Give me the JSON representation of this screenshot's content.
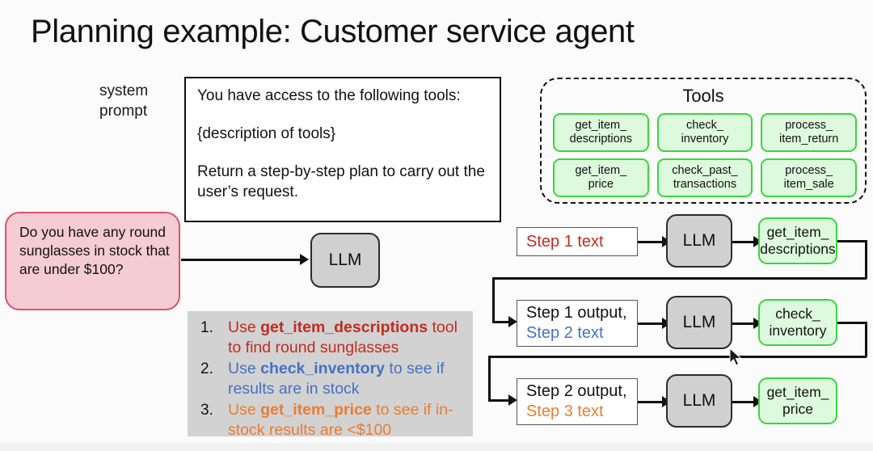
{
  "title": "Planning example: Customer service agent",
  "system_prompt": {
    "label_line1": "system",
    "label_line2": "prompt",
    "paragraphs": [
      "You have access to the following tools:",
      "{description of tools}",
      "Return a step-by-step plan to carry out the user’s request."
    ]
  },
  "tools_panel": {
    "title": "Tools",
    "tools": [
      "get_item_\ndescriptions",
      "check_\ninventory",
      "process_\nitem_return",
      "get_item_\nprice",
      "check_past_\ntransactions",
      "process_\nitem_sale"
    ]
  },
  "user_query": {
    "text": "Do you have any round sunglasses in stock that are under $100?"
  },
  "llm_label": "LLM",
  "plan": {
    "items": [
      {
        "number": "1.",
        "color": "#c42b20",
        "lead": "Use ",
        "tool": "get_item_descriptions",
        "tail": " tool to find round sunglasses"
      },
      {
        "number": "2.",
        "color": "#4472c4",
        "lead": "Use ",
        "tool": "check_inventory",
        "tail": " to see if results are in stock"
      },
      {
        "number": "3.",
        "color": "#ea7c34",
        "lead": "Use ",
        "tool": "get_item_price",
        "tail": " to see if in-stock results are <$100"
      }
    ]
  },
  "steps": [
    {
      "line1": "Step 1 text",
      "line1_color": "#c42b20",
      "line2": "",
      "line2_color": "",
      "llm": "LLM",
      "tool": "get_item_\ndescriptions"
    },
    {
      "line1": "Step 1 output,",
      "line1_color": "#111111",
      "line2": "Step 2 text",
      "line2_color": "#4472c4",
      "llm": "LLM",
      "tool": "check_\ninventory"
    },
    {
      "line1": "Step 2 output,",
      "line1_color": "#111111",
      "line2": "Step 3 text",
      "line2_color": "#ea7c34",
      "llm": "LLM",
      "tool": "get_item_\nprice"
    }
  ],
  "colors": {
    "red": "#c42b20",
    "blue": "#4472c4",
    "orange": "#ea7c34",
    "green_border": "#3ad63a",
    "green_fill": "#defade",
    "pink_fill": "#f5ccd1",
    "pink_border": "#d9536b",
    "gray_fill": "#d0d0d0"
  }
}
